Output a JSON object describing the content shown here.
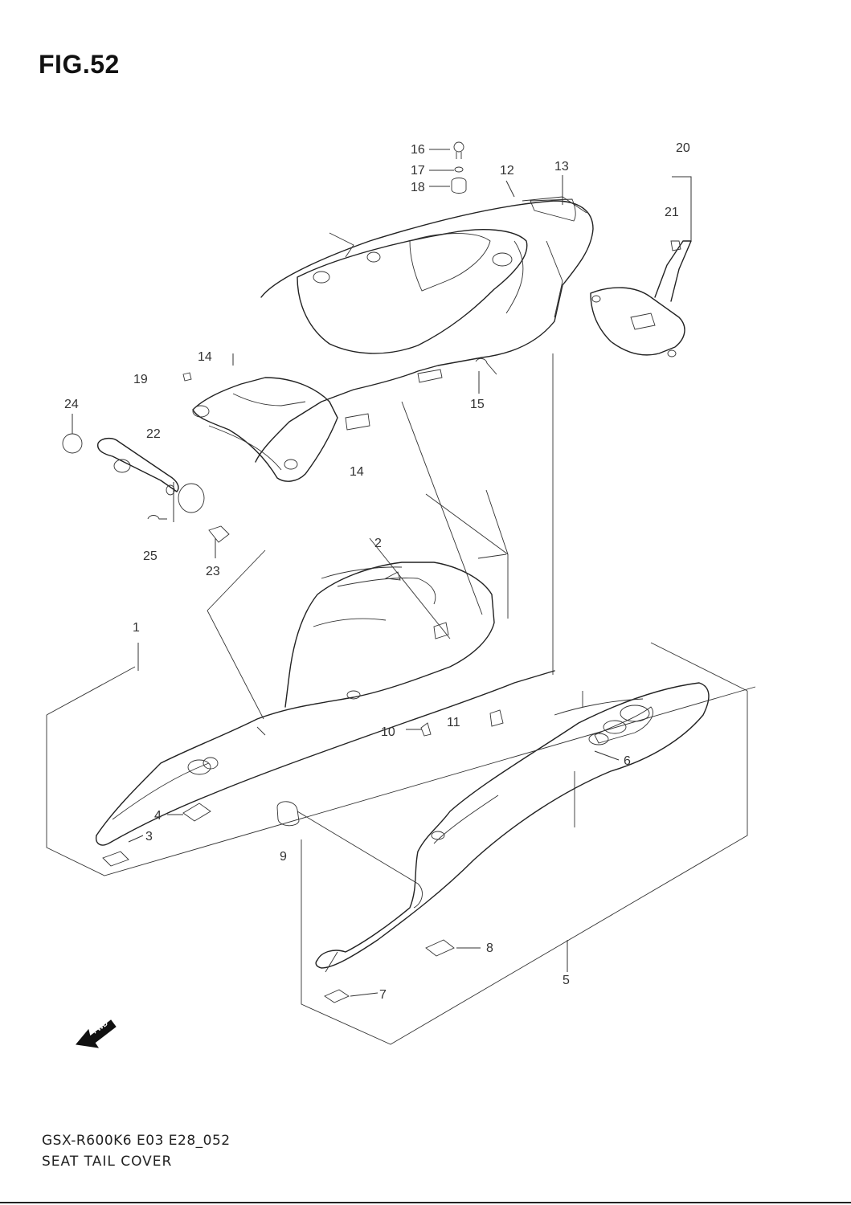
{
  "figure": {
    "title": "FIG.52",
    "code": "GSX-R600K6 E03 E28_052",
    "name": "SEAT TAIL COVER",
    "fwd_label": "FWD"
  },
  "callouts": [
    {
      "id": "c1",
      "label": "1"
    },
    {
      "id": "c2",
      "label": "2"
    },
    {
      "id": "c3",
      "label": "3"
    },
    {
      "id": "c4",
      "label": "4"
    },
    {
      "id": "c5",
      "label": "5"
    },
    {
      "id": "c6",
      "label": "6"
    },
    {
      "id": "c7",
      "label": "7"
    },
    {
      "id": "c8",
      "label": "8"
    },
    {
      "id": "c9",
      "label": "9"
    },
    {
      "id": "c10",
      "label": "10"
    },
    {
      "id": "c11",
      "label": "11"
    },
    {
      "id": "c12",
      "label": "12"
    },
    {
      "id": "c13",
      "label": "13"
    },
    {
      "id": "c14a",
      "label": "14"
    },
    {
      "id": "c14b",
      "label": "14"
    },
    {
      "id": "c15",
      "label": "15"
    },
    {
      "id": "c16",
      "label": "16"
    },
    {
      "id": "c17",
      "label": "17"
    },
    {
      "id": "c18",
      "label": "18"
    },
    {
      "id": "c19",
      "label": "19"
    },
    {
      "id": "c20",
      "label": "20"
    },
    {
      "id": "c21",
      "label": "21"
    },
    {
      "id": "c22",
      "label": "22"
    },
    {
      "id": "c23",
      "label": "23"
    },
    {
      "id": "c24",
      "label": "24"
    },
    {
      "id": "c25",
      "label": "25"
    }
  ]
}
